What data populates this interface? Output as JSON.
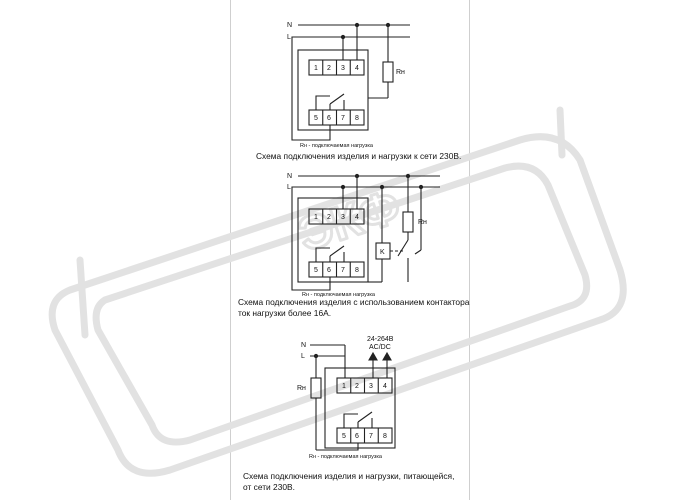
{
  "watermark": {
    "text": "ЭКФ"
  },
  "diagrams": [
    {
      "line_n": "N",
      "line_l": "L",
      "terminals_top": [
        "1",
        "2",
        "3",
        "4"
      ],
      "terminals_bottom": [
        "5",
        "6",
        "7",
        "8"
      ],
      "load": "Rн",
      "note": "Rн - подключаемая нагрузка",
      "caption": "Схема подключения изделия и нагрузки к сети 230В."
    },
    {
      "line_n": "N",
      "line_l": "L",
      "terminals_top": [
        "1",
        "2",
        "3",
        "4"
      ],
      "terminals_bottom": [
        "5",
        "6",
        "7",
        "8"
      ],
      "load": "Rн",
      "contactor": "K",
      "note": "Rн - подключаемая нагрузка",
      "caption_line1": "Схема подключения изделия с использованием контактора",
      "caption_line2": "ток нагрузки более 16А."
    },
    {
      "line_n": "N",
      "line_l": "L",
      "supply_line1": "24-264В",
      "supply_line2": "AC/DC",
      "terminals_top": [
        "1",
        "2",
        "3",
        "4"
      ],
      "terminals_bottom": [
        "5",
        "6",
        "7",
        "8"
      ],
      "load": "Rн",
      "note": "Rн - подключаемая нагрузка",
      "caption_line1": "Схема подключения изделия и нагрузки, питающейся,",
      "caption_line2": "от сети 230В."
    }
  ]
}
